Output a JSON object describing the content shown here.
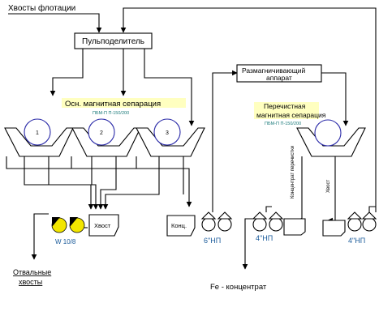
{
  "diagram": {
    "feed_label": "Хвосты флотации",
    "splitter_label": "Пульподелитель",
    "demag_label_line1": "Размагничивающий",
    "demag_label_line2": "аппарат",
    "main_sep_label": "Осн. магнитная сепарация",
    "main_sep_model": "ПБМ-П П-150/200",
    "clean_sep_label_line1": "Перечистная",
    "clean_sep_label_line2": "магнитная сепарация",
    "clean_sep_model": "ПБМ-П П-150/200",
    "separators": [
      {
        "number": "1"
      },
      {
        "number": "2"
      },
      {
        "number": "3"
      }
    ],
    "tails_box_label": "Хвост",
    "conc_box_label": "Конц.",
    "pump_w_label": "W 10/8",
    "pump_6np_label": "6\"НП",
    "pump_4np_mid_label": "4\"НП",
    "pump_4np_right_label": "4\"НП",
    "vertical_label_cleaner_conc": "Концентрат перечистки",
    "vertical_label_tails": "Хвост",
    "waste_tails_line1": "Отвальные",
    "waste_tails_line2": "хвосты",
    "fe_conc_label": "Fe - концентрат",
    "colors": {
      "highlight": "#ffffc0",
      "drum_outline": "#2a2aa8",
      "model_text": "#1a7a7a",
      "pump_yellow": "#f2e600",
      "pump_label": "#1a5a9a"
    }
  }
}
